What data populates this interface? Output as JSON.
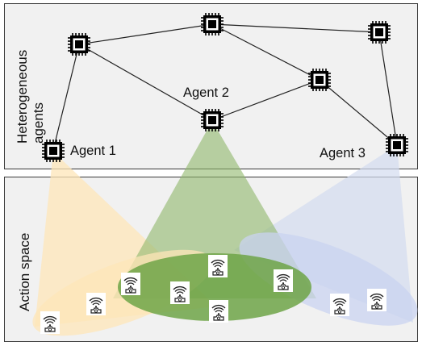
{
  "labels": {
    "top_panel": "Heterogeneous agents",
    "bottom_panel": "Action space",
    "agent1": "Agent 1",
    "agent2": "Agent 2",
    "agent3": "Agent 3"
  },
  "icons": {
    "agent_node": "microchip-icon",
    "action_item": "wireless-device-icon"
  },
  "colors": {
    "agent1_cone": "#fde6b8",
    "agent2_cone": "#8fb86a",
    "agent3_cone": "#d3dcf0",
    "agent2_ellipse": "#6ea548",
    "agent3_ellipse": "#c9d3f0"
  }
}
